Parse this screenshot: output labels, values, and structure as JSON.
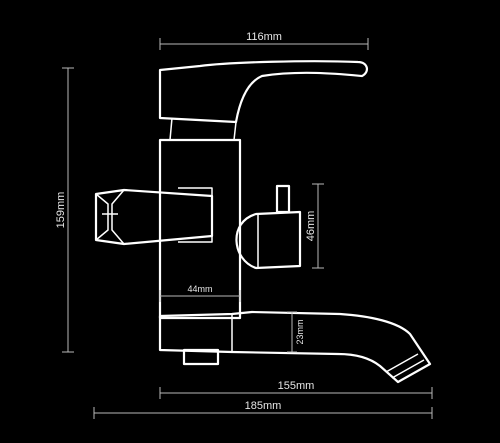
{
  "dimensions": {
    "top_width": "116mm",
    "total_height": "159mm",
    "handle_height": "46mm",
    "body_width": "44mm",
    "spout_height": "23mm",
    "spout_length": "155mm",
    "total_length": "185mm"
  },
  "colors": {
    "background": "#000000",
    "outline": "#ffffff",
    "dimension_line": "#b8b8b8",
    "label": "#e6e6e6"
  }
}
